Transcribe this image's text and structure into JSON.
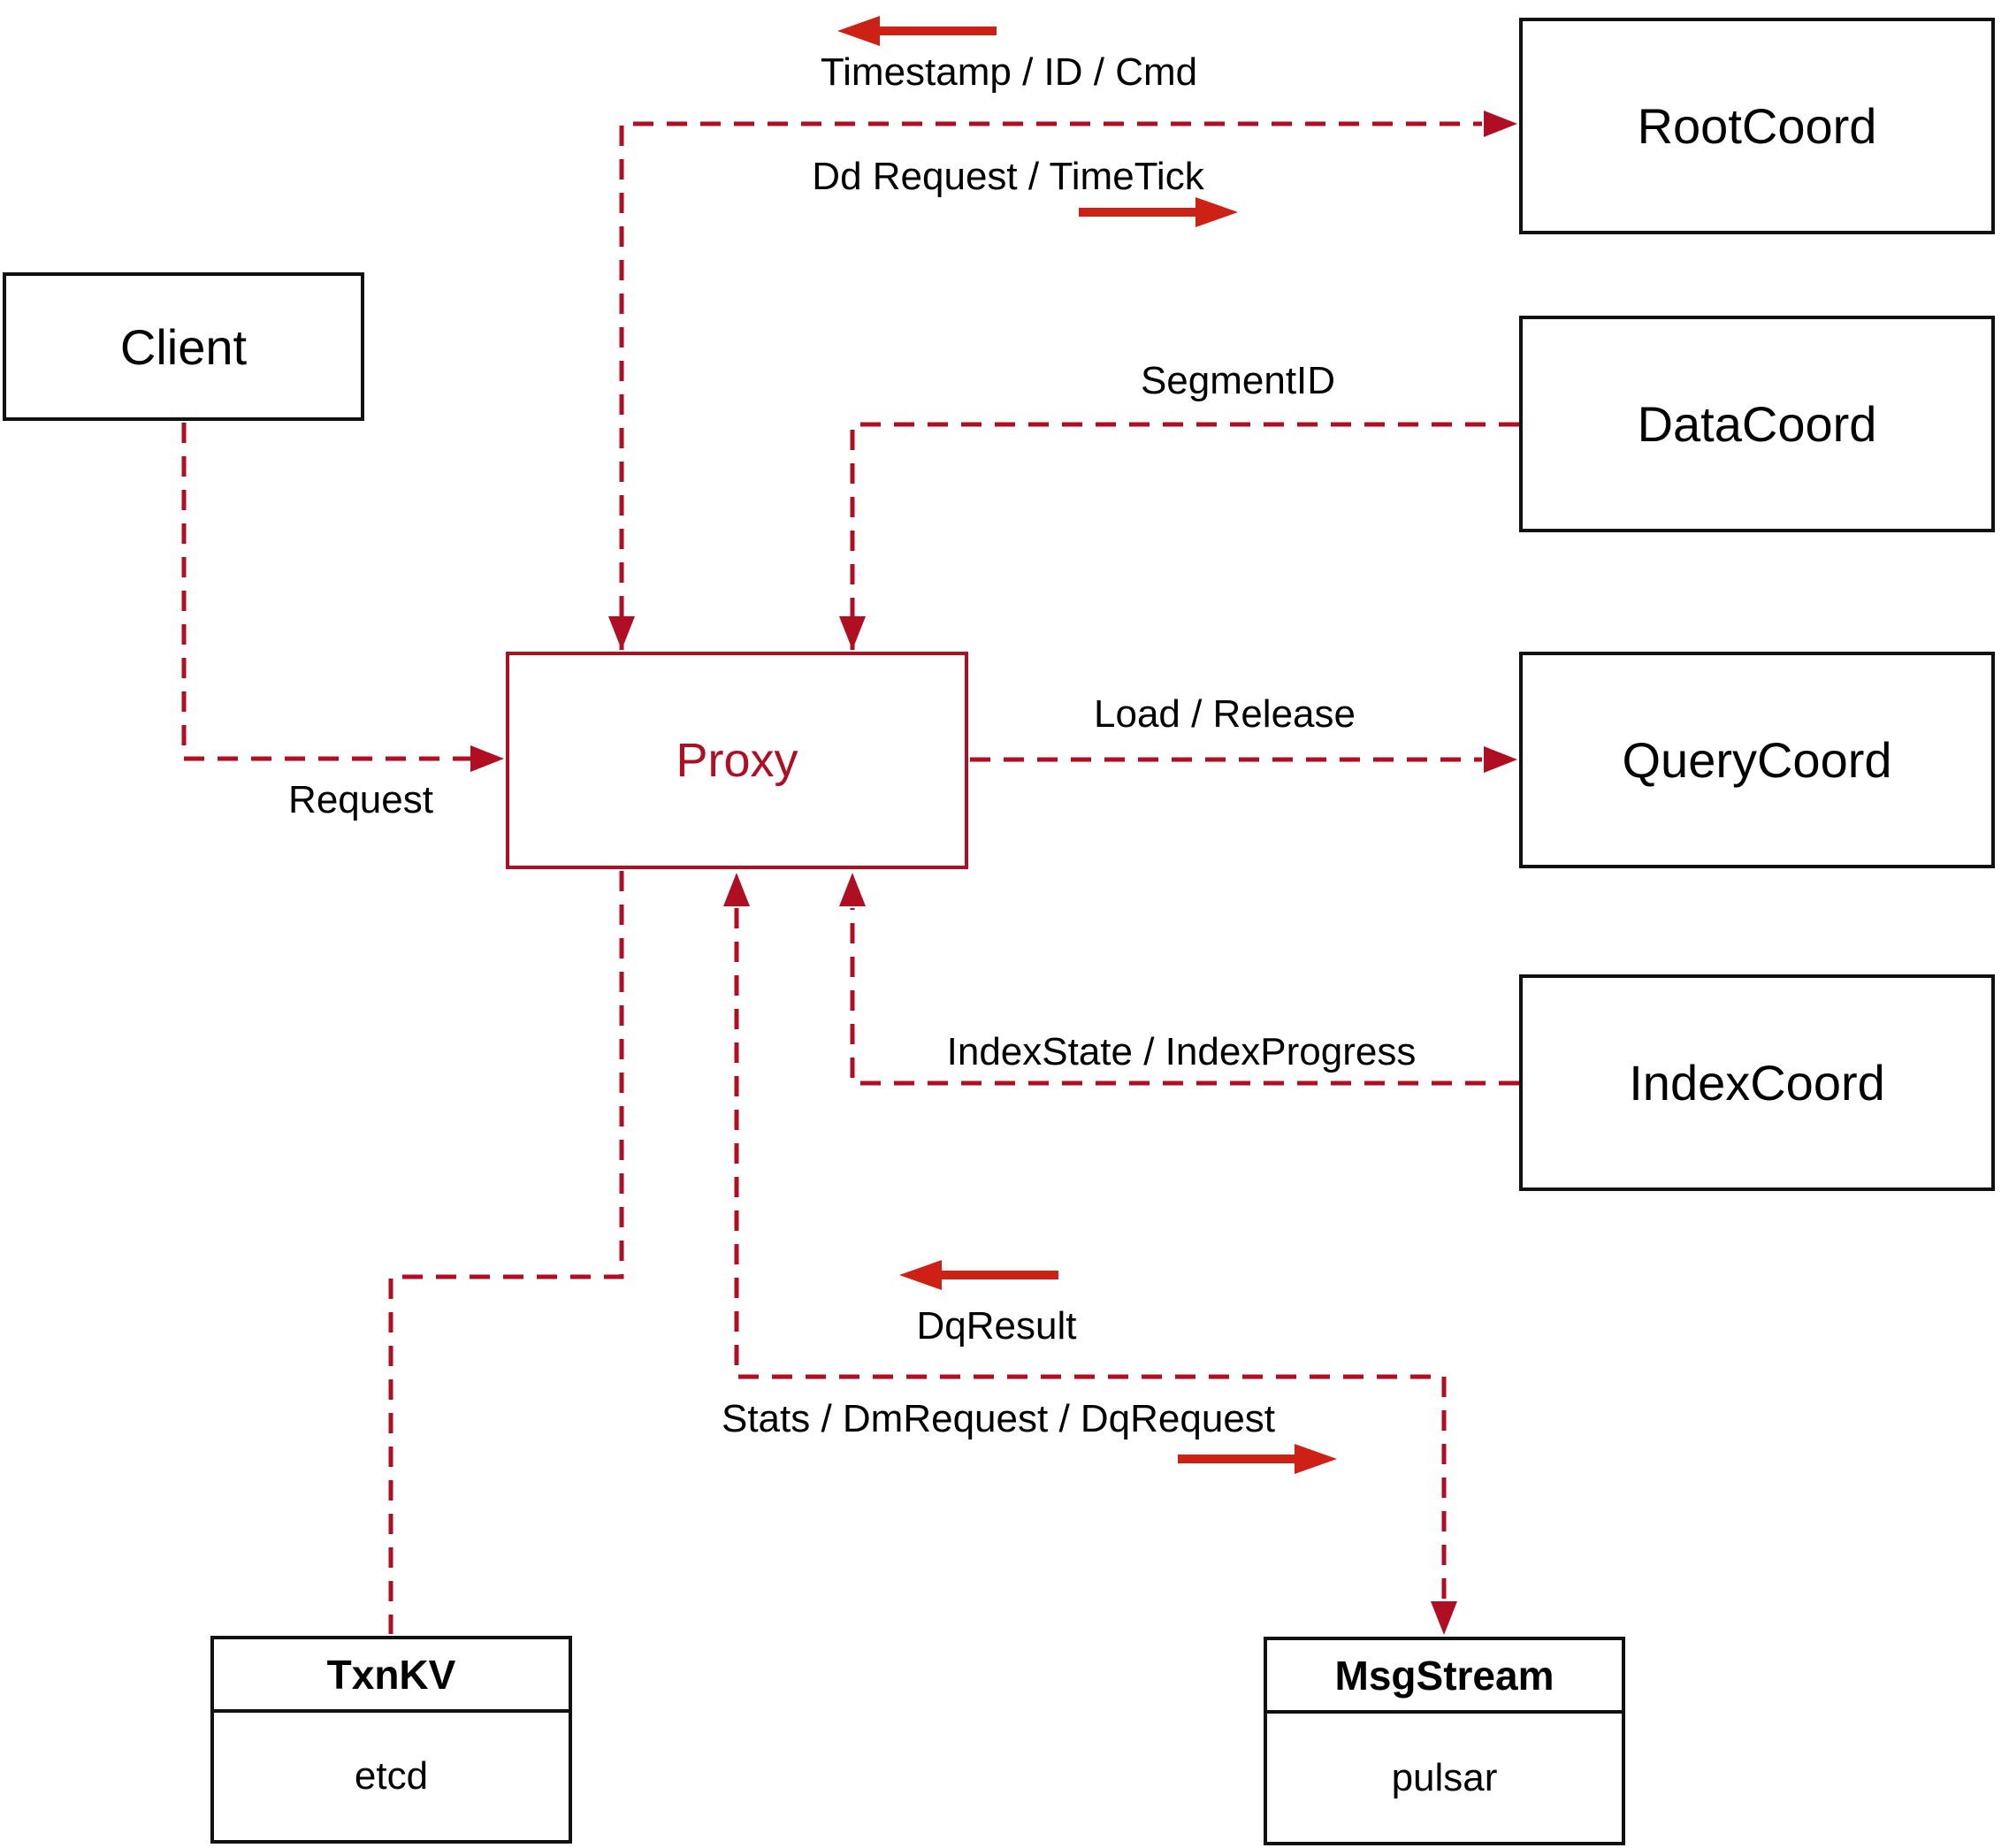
{
  "diagram": {
    "title": "proxy-architecture-diagram",
    "nodes": {
      "client": {
        "label": "Client"
      },
      "proxy": {
        "label": "Proxy"
      },
      "root_coord": {
        "label": "RootCoord"
      },
      "data_coord": {
        "label": "DataCoord"
      },
      "query_coord": {
        "label": "QueryCoord"
      },
      "index_coord": {
        "label": "IndexCoord"
      },
      "txn_kv": {
        "title": "TxnKV",
        "impl": "etcd"
      },
      "msg_stream": {
        "title": "MsgStream",
        "impl": "pulsar"
      }
    },
    "edge_labels": {
      "timestamp_id_cmd": "Timestamp / ID / Cmd",
      "dd_request_timetick": "Dd Request / TimeTick",
      "segment_id": "SegmentID",
      "request": "Request",
      "load_release": "Load / Release",
      "index_state_progress": "IndexState / IndexProgress",
      "dq_result": "DqResult",
      "stats_dm_dq": "Stats / DmRequest / DqRequest"
    },
    "colors": {
      "line_red": "#b00e23",
      "arrow_red": "#cc2114",
      "box_border": "#111111",
      "background": "#ffffff"
    }
  }
}
